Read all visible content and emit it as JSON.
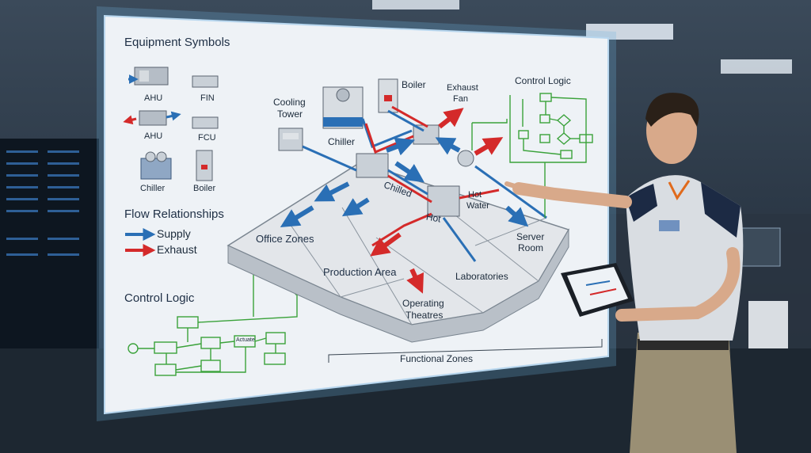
{
  "legend": {
    "heading": "Equipment Symbols",
    "symbols": [
      "AHU",
      "FIN",
      "AHU",
      "FCU",
      "Chiller",
      "Boiler"
    ]
  },
  "flow_legend": {
    "heading": "Flow Relationships",
    "supply": "Supply",
    "exhaust": "Exhaust"
  },
  "control_logic_left": {
    "heading": "Control Logic",
    "node_text": "Actuate"
  },
  "control_logic_right": {
    "heading": "Control Logic"
  },
  "equipment": {
    "cooling_tower": [
      "Cooling",
      "Tower"
    ],
    "chiller": "Chiller",
    "boiler": "Boiler",
    "exhaust_fan": [
      "Exhaust",
      "Fan"
    ]
  },
  "flows": {
    "chilled": "Chilled",
    "hot": "Hot",
    "hot_water": [
      "Hot",
      "Water"
    ]
  },
  "zones": {
    "office": "Office Zones",
    "production": "Production Area",
    "laboratories": "Laboratories",
    "server": [
      "Server",
      "Room"
    ],
    "operating": [
      "Operating",
      "Theatres"
    ]
  },
  "functional_zones": "Functional Zones",
  "colors": {
    "supply": "#2a6fb5",
    "exhaust": "#d42a2a",
    "control": "#3aa23a",
    "panel": "#eef2f6",
    "floor": "#e3e6ea"
  }
}
